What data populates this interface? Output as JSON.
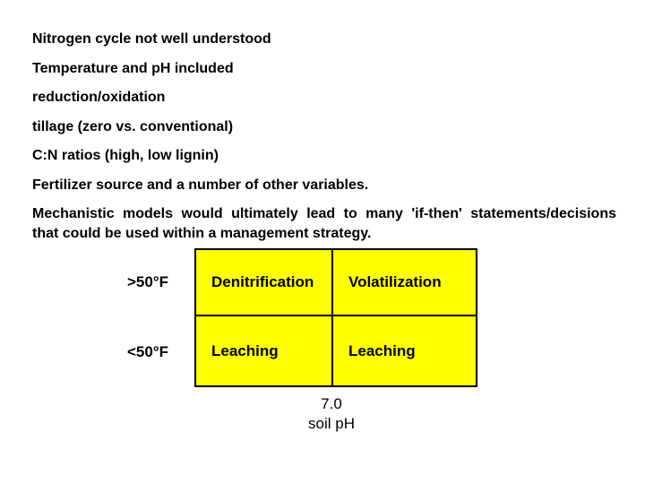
{
  "slide": {
    "background_color": "#FFFFFF",
    "text_color": "#000000",
    "bullets": [
      "Nitrogen cycle not well understood",
      "Temperature and pH included",
      "reduction/oxidation",
      "tillage (zero vs. conventional)",
      "C:N ratios (high, low lignin)",
      "Fertilizer source and a number of other variables."
    ],
    "paragraph": {
      "full_text": "Mechanistic models would ultimately lead to many 'if-then' statements/decisions that could be used within a management strategy.",
      "line1": "Mechanistic models would ultimately lead to many 'if-then' statements/decisions",
      "line2": "that could be used within a management strategy."
    },
    "table": {
      "cell_color": "#FFFF00",
      "border_color": "#000000",
      "row_labels": [
        ">50°F",
        "<50°F"
      ],
      "rows": [
        [
          "Denitrification",
          "Volatilization"
        ],
        [
          "Leaching",
          "Leaching"
        ]
      ]
    },
    "caption": {
      "value": "7.0",
      "label": "soil pH"
    }
  }
}
